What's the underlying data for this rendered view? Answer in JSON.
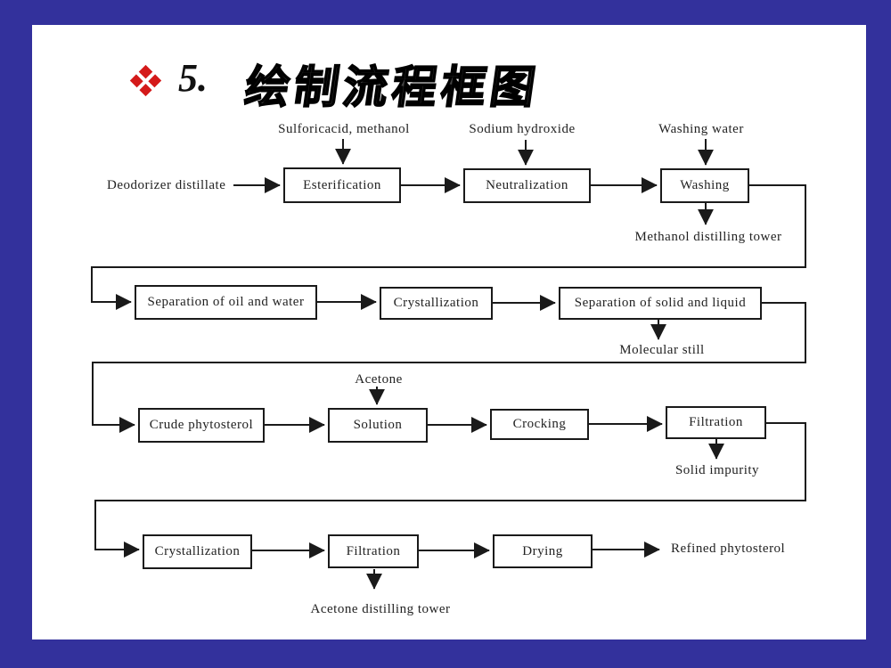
{
  "slide": {
    "background_color": "#33319c",
    "bullet_icon": "four-diamonds",
    "bullet_color": "#d41a1a",
    "title_number": "5.",
    "title": "绘制流程框图"
  },
  "flowchart": {
    "line_color": "#1a1a1a",
    "boxes": [
      {
        "label": "Esterification"
      },
      {
        "label": "Neutralization"
      },
      {
        "label": "Washing"
      },
      {
        "label": "Separation of oil and water"
      },
      {
        "label": "Crystallization"
      },
      {
        "label": "Separation of solid and liquid"
      },
      {
        "label": "Crude phytosterol"
      },
      {
        "label": "Solution"
      },
      {
        "label": "Crocking"
      },
      {
        "label": "Filtration"
      },
      {
        "label": "Crystallization"
      },
      {
        "label": "Filtration"
      },
      {
        "label": "Drying"
      }
    ],
    "inputs": [
      {
        "label": "Deodorizer distillate"
      },
      {
        "label": "Sulforicacid, methanol"
      },
      {
        "label": "Sodium hydroxide"
      },
      {
        "label": "Washing water"
      },
      {
        "label": "Acetone"
      }
    ],
    "outputs": [
      {
        "label": "Methanol distilling tower"
      },
      {
        "label": "Molecular still"
      },
      {
        "label": "Solid impurity"
      },
      {
        "label": "Refined phytosterol"
      },
      {
        "label": "Acetone distilling tower"
      }
    ]
  }
}
